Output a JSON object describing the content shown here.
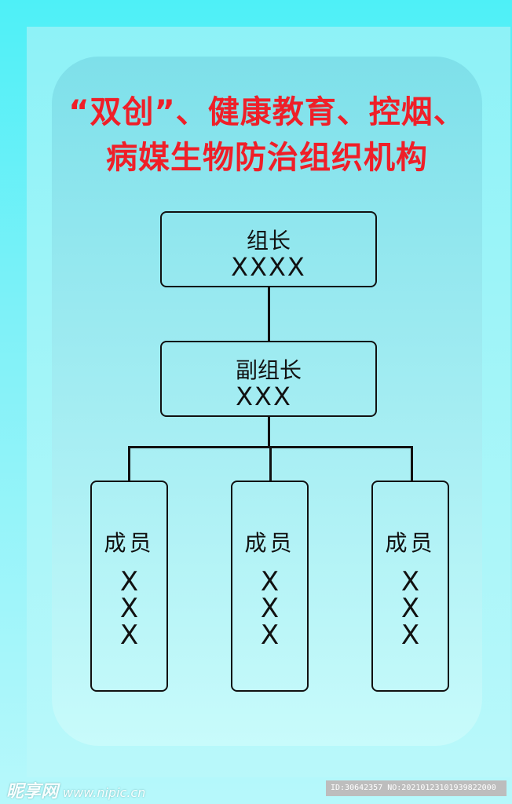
{
  "title": {
    "line1": "“双创”、健康教育、控烟、",
    "line2": "病媒生物防治组织机构"
  },
  "org": {
    "leader": {
      "role": "组长",
      "name": "XXXX"
    },
    "deputy": {
      "role": "副组长",
      "name": "XXX"
    },
    "members": [
      {
        "role": "成员",
        "name": "XXX"
      },
      {
        "role": "成员",
        "name": "XXX"
      },
      {
        "role": "成员",
        "name": "XXX"
      }
    ]
  },
  "colors": {
    "title": "#ef1f28",
    "line": "#111111"
  },
  "watermark": {
    "brand": "昵享网",
    "url": "www.nipic.cn",
    "id_text": "ID:30642357 NO:20210123101939822000"
  }
}
